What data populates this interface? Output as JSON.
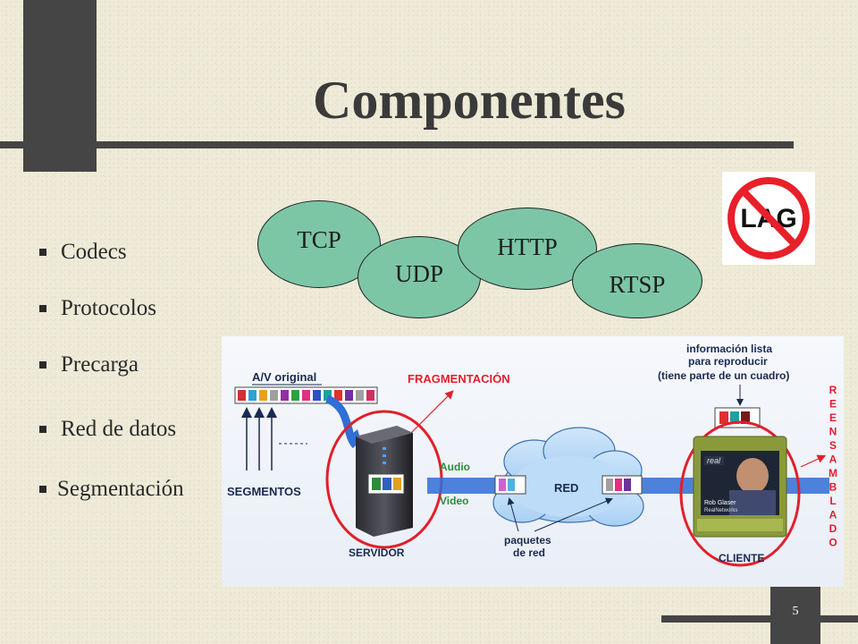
{
  "slide": {
    "title": "Componentes",
    "page_number": "5"
  },
  "bullets": [
    {
      "label": "Codecs"
    },
    {
      "label": "Protocolos"
    },
    {
      "label": "Precarga"
    },
    {
      "label": "Red de datos"
    },
    {
      "label": "Segmentación"
    }
  ],
  "protocols": [
    {
      "label": "TCP"
    },
    {
      "label": "UDP"
    },
    {
      "label": "HTTP"
    },
    {
      "label": "RTSP"
    }
  ],
  "no_lag_sign": {
    "text": "LAG",
    "ring_color": "#e8202a"
  },
  "diagram": {
    "av_original": "A/V original",
    "fragmentacion": "FRAGMENTACIÓN",
    "info_lines": [
      "información lista",
      "para reproducir",
      "(tiene parte de un cuadro)"
    ],
    "reensamblado_letters": [
      "R",
      "E",
      "E",
      "N",
      "S",
      "A",
      "M",
      "B",
      "L",
      "A",
      "D",
      "O"
    ],
    "audio": "Audio",
    "video": "Video",
    "red": "RED",
    "segmentos": "SEGMENTOS",
    "servidor": "SERVIDOR",
    "paquetes_lines": [
      "paquetes",
      "de red"
    ],
    "cliente": "CLIENTE",
    "player_brand": "real",
    "player_caption_lines": [
      "Rob Glaser",
      "RealNetworks"
    ],
    "strip_colors": [
      "#d03030",
      "#30a0d0",
      "#e8a020",
      "#a0a0a0",
      "#9030a0",
      "#30a040",
      "#e03080",
      "#3050c0",
      "#20a0a0",
      "#e03030",
      "#7030a0",
      "#a0a0a0",
      "#d03060"
    ],
    "accent_red": "#e0202c",
    "arrow_blue": "#2f6fd6"
  }
}
